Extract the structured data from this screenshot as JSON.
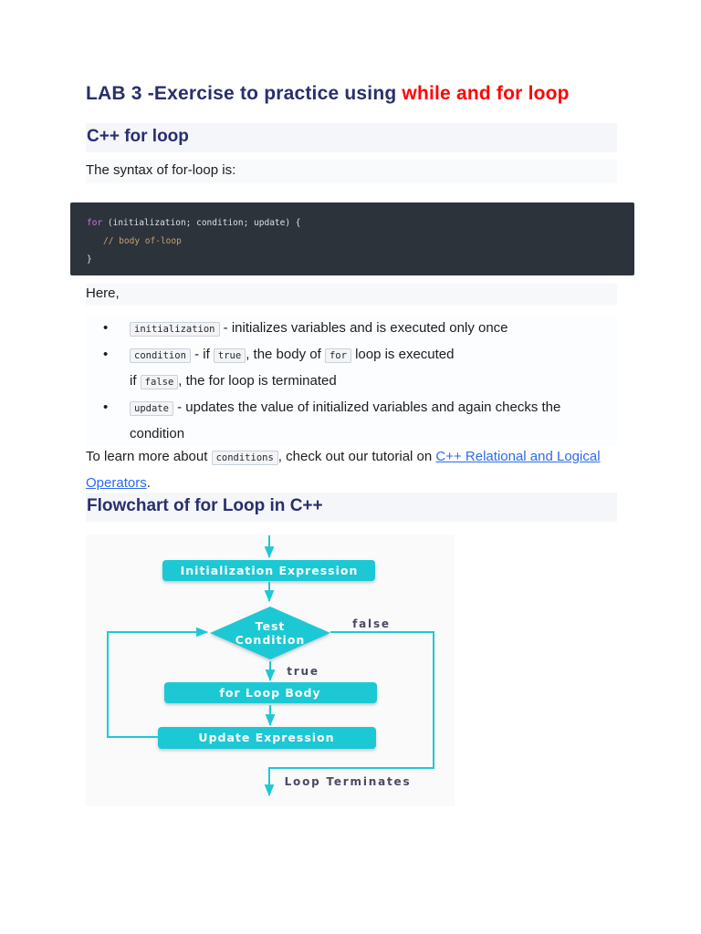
{
  "title": {
    "normal": "LAB 3 -Exercise to practice using ",
    "highlight": "while and for loop"
  },
  "section_for_loop": {
    "heading": "C++ for loop",
    "intro": "The syntax of for-loop is:",
    "code": {
      "keyword": "for",
      "signature": " (initialization; condition; update) {",
      "comment": "// body of-loop",
      "closing": "}"
    },
    "here": "Here,",
    "bullets": {
      "b1": {
        "chip": "initialization",
        "rest": " - initializes variables and is executed only once"
      },
      "b2": {
        "chip": "condition",
        "mid1": " - if ",
        "chip2": "true",
        "mid2": ", the body of ",
        "chip3": "for",
        "rest": " loop is executed"
      },
      "b2_cont": {
        "lead": "if ",
        "chip": "false",
        "rest": ", the for loop is terminated"
      },
      "b3": {
        "chip": "update",
        "rest": " - updates the value of initialized variables and again checks the condition"
      }
    },
    "learn_more": {
      "lead": "To learn more about ",
      "chip": "conditions",
      "mid": ", check out our tutorial on ",
      "link": "C++ Relational and Logical Operators",
      "end": "."
    }
  },
  "section_flowchart": {
    "heading": "Flowchart of for Loop in C++",
    "nodes": {
      "init": "Initialization Expression",
      "test_line1": "Test",
      "test_line2": "Condition",
      "body": "for Loop Body",
      "update": "Update Expression"
    },
    "labels": {
      "false_branch": "false",
      "true_branch": "true",
      "terminate": "Loop Terminates"
    }
  },
  "colors": {
    "heading_navy": "#292f6d",
    "title_red": "#fe0404",
    "accent_cyan": "#1fc8d4",
    "code_background": "#2d333b",
    "code_keyword": "#c678dd",
    "code_comment": "#c5a070",
    "link_blue": "#2c6bed",
    "flow_label": "#474b63"
  }
}
